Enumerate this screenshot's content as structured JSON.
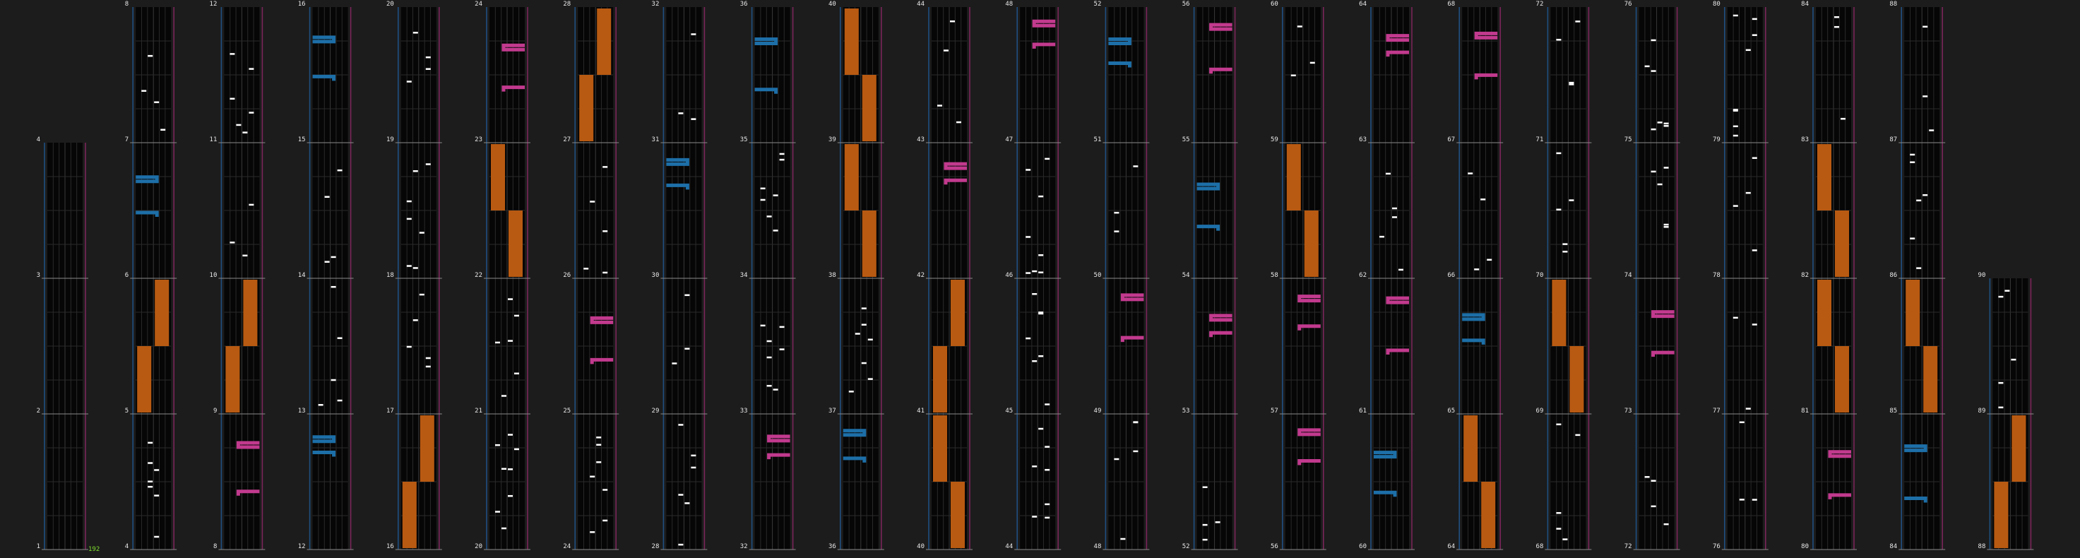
{
  "view": {
    "type": "rhythm-game chart preview",
    "bpm_label": "192",
    "colors": {
      "background": "#1c1c1c",
      "lane": "#060606",
      "left_edge": "#1f4f80",
      "right_edge": "#7a2559",
      "note": "#ffffff",
      "left_laser": "#1d6fa8",
      "right_laser": "#c23a8e",
      "hold_fx": "#b85a12",
      "chip_fx": "#e07a18",
      "bpm_text": "#7fe02e"
    }
  },
  "columns": [
    {
      "labels": [
        "1",
        "2",
        "3",
        "4"
      ]
    },
    {
      "labels": [
        "4",
        "5",
        "6",
        "7",
        "8"
      ]
    },
    {
      "labels": [
        "8",
        "9",
        "10",
        "11",
        "12"
      ]
    },
    {
      "labels": [
        "12",
        "13",
        "14",
        "15",
        "16"
      ]
    },
    {
      "labels": [
        "16",
        "17",
        "18",
        "19",
        "20"
      ]
    },
    {
      "labels": [
        "20",
        "21",
        "22",
        "23",
        "24"
      ]
    },
    {
      "labels": [
        "24",
        "25",
        "26",
        "27",
        "28"
      ]
    },
    {
      "labels": [
        "28",
        "29",
        "30",
        "31",
        "32"
      ]
    },
    {
      "labels": [
        "32",
        "33",
        "34",
        "35",
        "36"
      ]
    },
    {
      "labels": [
        "36",
        "37",
        "38",
        "39",
        "40"
      ]
    },
    {
      "labels": [
        "40",
        "41",
        "42",
        "43",
        "44"
      ]
    },
    {
      "labels": [
        "44",
        "45",
        "46",
        "47",
        "48"
      ]
    },
    {
      "labels": [
        "48",
        "49",
        "50",
        "51",
        "52"
      ]
    },
    {
      "labels": [
        "52",
        "53",
        "54",
        "55",
        "56"
      ]
    },
    {
      "labels": [
        "56",
        "57",
        "58",
        "59",
        "60"
      ]
    },
    {
      "labels": [
        "60",
        "61",
        "62",
        "63",
        "64"
      ]
    },
    {
      "labels": [
        "64",
        "65",
        "66",
        "67",
        "68"
      ]
    },
    {
      "labels": [
        "68",
        "69",
        "70",
        "71",
        "72"
      ]
    },
    {
      "labels": [
        "72",
        "73",
        "74",
        "75",
        "76"
      ]
    },
    {
      "labels": [
        "76",
        "77",
        "78",
        "79",
        "80"
      ]
    },
    {
      "labels": [
        "80",
        "81",
        "82",
        "83",
        "84"
      ]
    },
    {
      "labels": [
        "84",
        "85",
        "86",
        "87",
        "88"
      ]
    },
    {
      "labels": [
        "88",
        "89",
        "90"
      ]
    }
  ]
}
